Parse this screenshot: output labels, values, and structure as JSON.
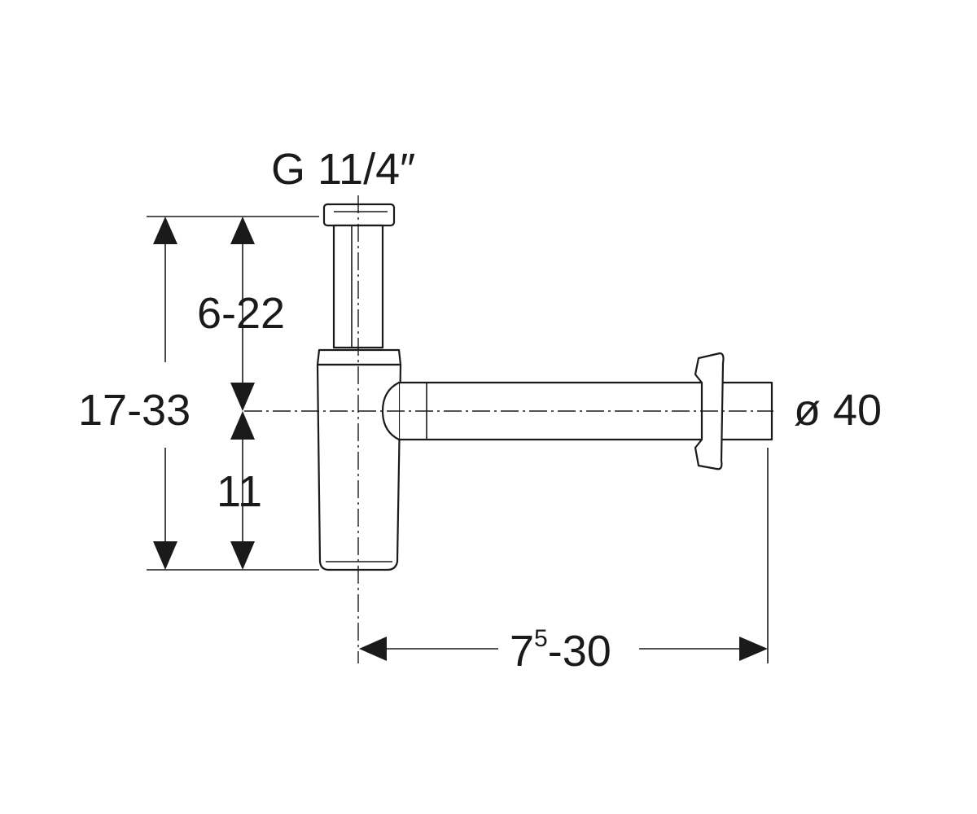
{
  "labels": {
    "thread": "G 11/4″",
    "height_upper": "6-22",
    "height_total": "17-33",
    "height_lower": "11",
    "diameter": "ø 40",
    "length_base": "7",
    "length_sup": "5",
    "length_rest": "-30"
  },
  "colors": {
    "line": "#1a1a1a",
    "background": "#ffffff"
  }
}
